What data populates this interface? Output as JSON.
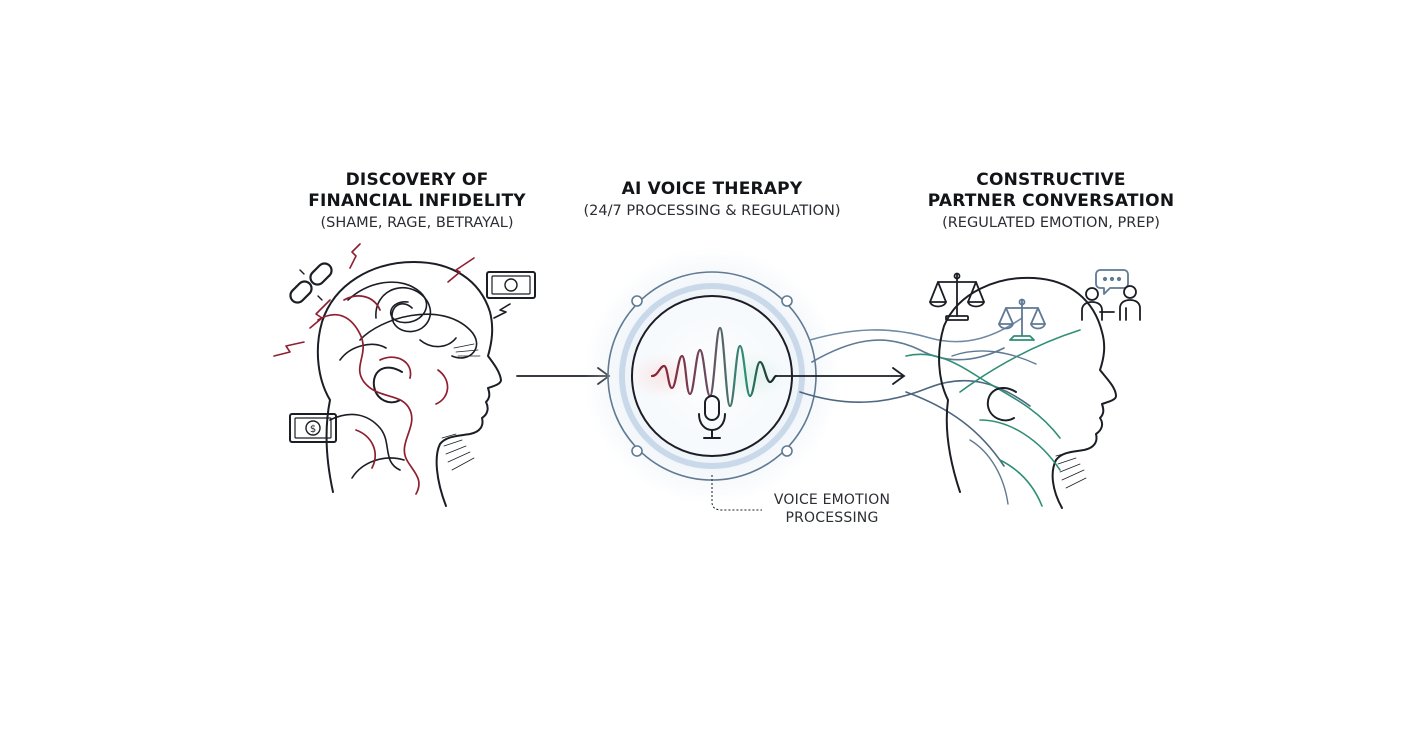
{
  "stages": [
    {
      "title_line1": "DISCOVERY OF",
      "title_line2": "FINANCIAL INFIDELITY",
      "subtitle": "(SHAME, RAGE, BETRAYAL)"
    },
    {
      "title_line1": "AI VOICE THERAPY",
      "subtitle": "(24/7 PROCESSING & REGULATION)"
    },
    {
      "title_line1": "CONSTRUCTIVE",
      "title_line2": "PARTNER CONVERSATION",
      "subtitle": "(REGULATED EMOTION, PREP)"
    }
  ],
  "callout": {
    "line1": "VOICE EMOTION",
    "line2": "PROCESSING"
  },
  "colors": {
    "ink": "#1b1e24",
    "rage_red": "#8e1f2f",
    "calm_green": "#2f8f76",
    "slate_blue": "#5f7a93",
    "glow_blue": "#c9d9ea"
  },
  "icons": [
    "broken-chain-icon",
    "banknote-icon",
    "dollar-banknote-icon",
    "lightning-icon",
    "microphone-icon",
    "scales-icon",
    "chat-bubble-icon",
    "people-icon"
  ]
}
